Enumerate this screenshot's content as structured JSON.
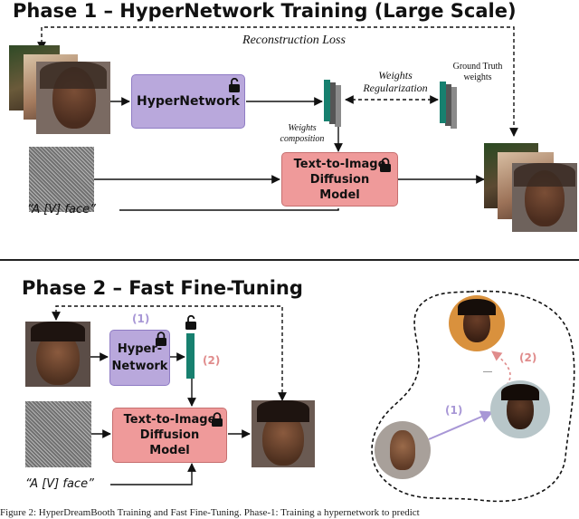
{
  "phase1": {
    "title": "Phase 1 – HyperNetwork Training (Large Scale)",
    "reconstruction_loss": "Reconstruction Loss",
    "hypernetwork": "HyperNetwork",
    "weights_regularization": "Weights Regularization",
    "ground_truth_weights": "Ground Truth weights",
    "weights_composition": "Weights composition",
    "diffusion_model": "Text-to-Image Diffusion Model",
    "prompt": "“A [V] face”"
  },
  "phase2": {
    "title": "Phase 2 – Fast Fine-Tuning",
    "hypernetwork": "Hyper-Network",
    "diffusion_model": "Text-to-Image Diffusion Model",
    "prompt": "“A [V] face”",
    "step1": "(1)",
    "step2": "(2)"
  },
  "caption": "Figure 2: HyperDreamBooth Training and Fast Fine-Tuning. Phase-1: Training a hypernetwork to predict",
  "colors": {
    "hypernetwork": "#b9a8dc",
    "diffusion": "#ef9a9a",
    "weights": "#17806f",
    "step1": "#a897d6",
    "step2": "#e08c8c"
  }
}
